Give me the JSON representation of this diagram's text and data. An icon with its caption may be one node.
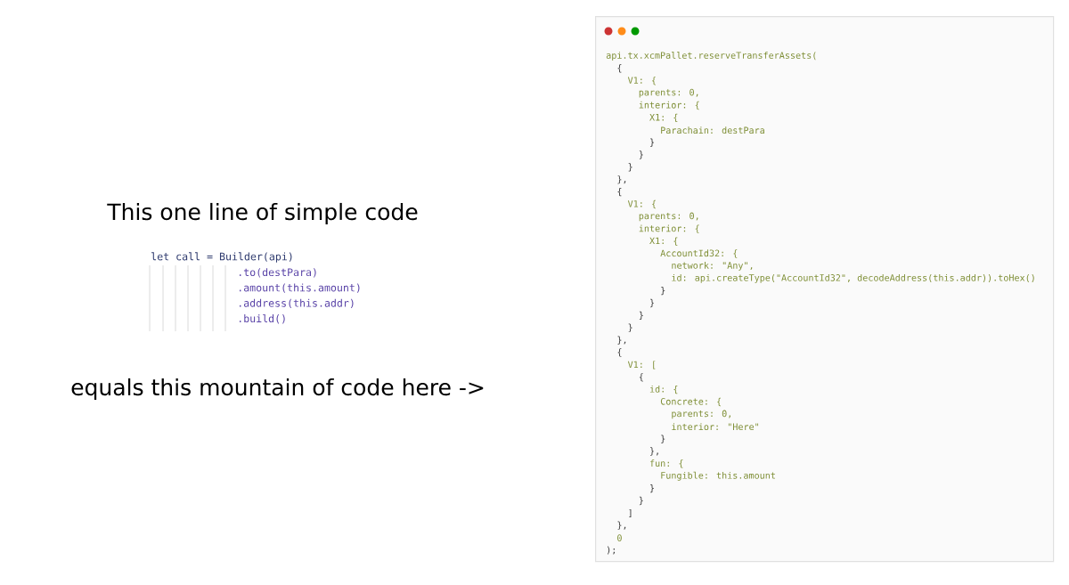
{
  "diagram": {
    "nodes": [
      {
        "text": [
          "api.tx.xcmPallet.reserveTransferAssets(",
          "{",
          "V1: {",
          "parents: 0,",
          "interior: {",
          "X1: {",
          "Parachain: destPara",
          "}",
          "}",
          "}",
          "},",
          "{",
          "V1: {",
          "parents: 0,",
          "interior: {",
          "X1: {",
          "AccountId32: {",
          "network: \"Any\",",
          "id: api.createType(\"AccountId32\", decodeAddress(this.addr)).toHex()",
          "}",
          "}",
          "}",
          "}",
          "},",
          "{",
          "V1: [",
          "{",
          "id: {",
          "Concrete: {",
          "parents: 0,",
          "interior: \"Here\"",
          "}",
          "},",
          "fun: {",
          "Fungible: this.amount",
          "}",
          "}",
          "]",
          "},",
          "0",
          ");"
        ]
      }
    ],
    "labels": [
      "This one line of simple code",
      "let call = Builder(api)",
      ".to(destPara)",
      ".amount(this.amount)",
      ".address(this.addr)",
      ".build()",
      "equals this mountain of code here ->"
    ]
  }
}
